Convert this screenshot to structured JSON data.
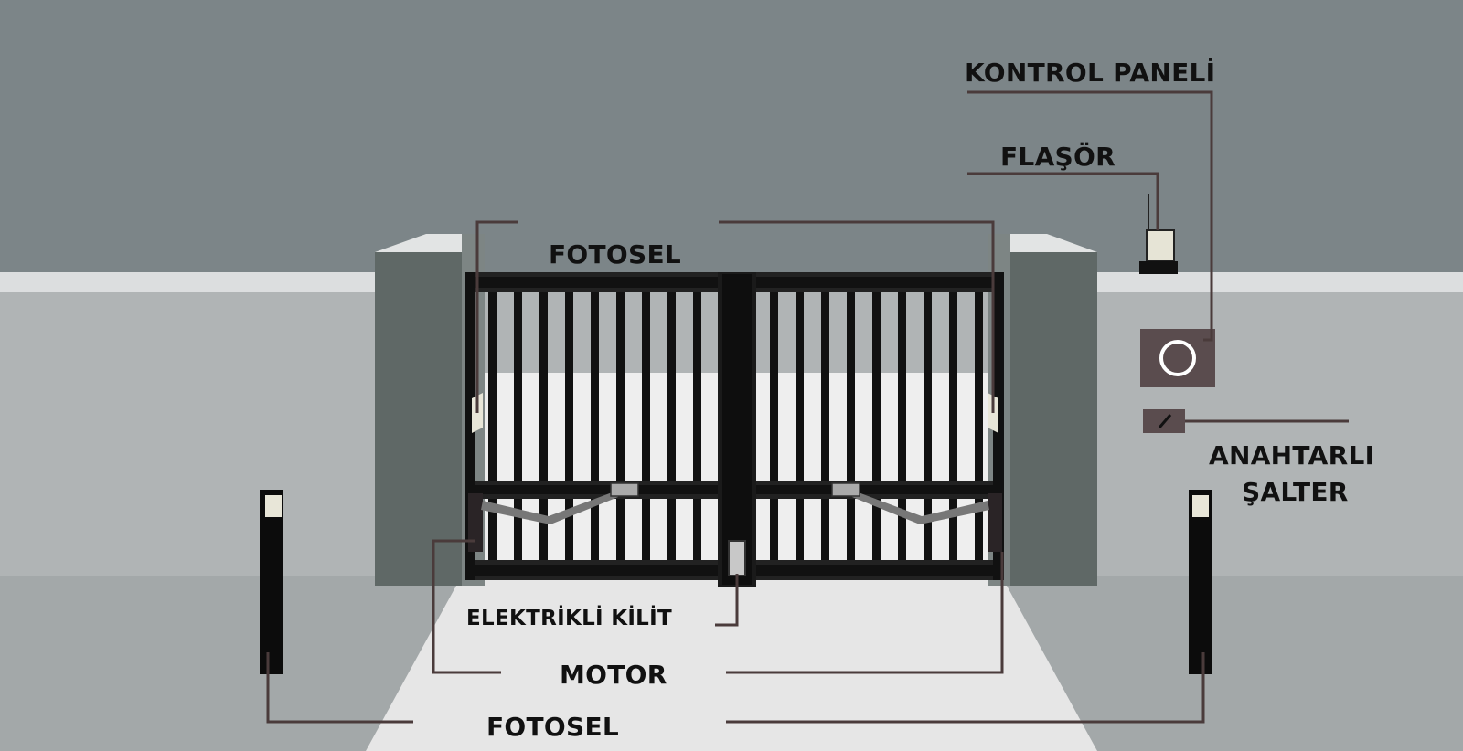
{
  "labels": {
    "kontrol_paneli": "KONTROL PANELİ",
    "flasor": "FLAŞÖR",
    "fotosel_top": "FOTOSEL",
    "anahtarli": "ANAHTARLI",
    "salter": "ŞALTER",
    "elektrikli_kilit": "ELEKTRİKLİ KİLİT",
    "motor": "MOTOR",
    "fotosel_bottom": "FOTOSEL"
  },
  "colors": {
    "sky": "#7c8588",
    "wall": "#b0b4b5",
    "ground": "#9ea3a4",
    "driveway": "#e6e6e6",
    "pillar": "#5f6866",
    "gate_metal": "#111111",
    "leader_line": "#4a3b3b",
    "label_text": "#111111"
  },
  "icons": {
    "flasor": "flasher-lamp-icon",
    "kontrol_paneli": "control-panel-icon",
    "anahtarli_salter": "key-switch-icon",
    "fotosel": "photocell-post-icon",
    "elektrikli_kilit": "electric-lock-icon",
    "motor": "swing-gate-motor-arm-icon"
  }
}
